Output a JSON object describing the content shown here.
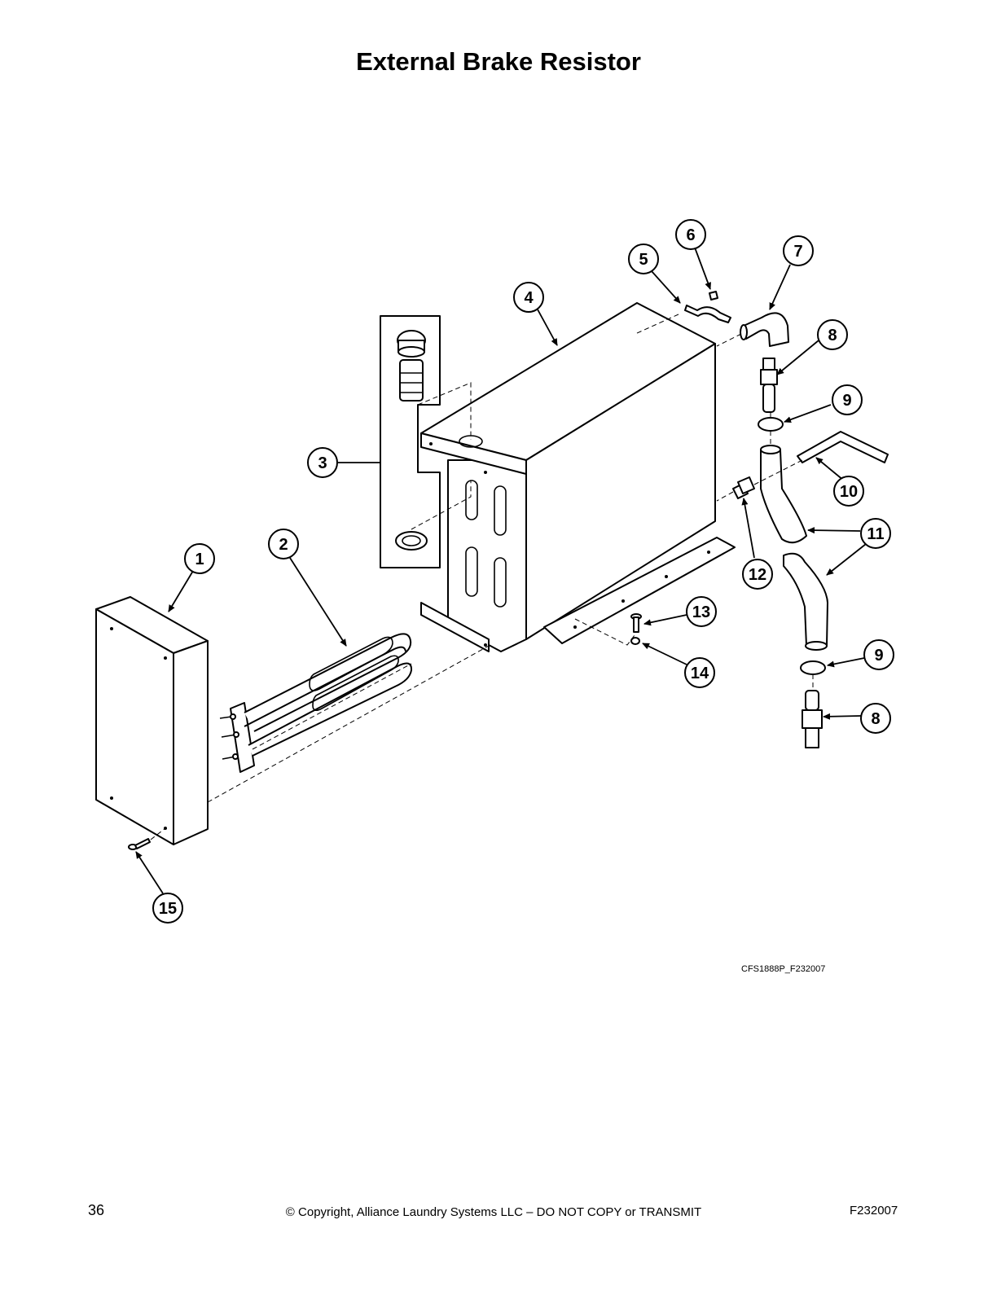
{
  "title": "External Brake Resistor",
  "figure_code": "CFS1888P_F232007",
  "footer": {
    "page_number": "36",
    "copyright": "© Copyright, Alliance Laundry Systems LLC – DO NOT COPY or TRANSMIT",
    "doc_code": "F232007"
  },
  "callouts": {
    "c1": "1",
    "c2": "2",
    "c3": "3",
    "c4": "4",
    "c5": "5",
    "c6": "6",
    "c7": "7",
    "c8a": "8",
    "c8b": "8",
    "c9a": "9",
    "c9b": "9",
    "c10": "10",
    "c11": "11",
    "c12": "12",
    "c13": "13",
    "c14": "14",
    "c15": "15"
  }
}
